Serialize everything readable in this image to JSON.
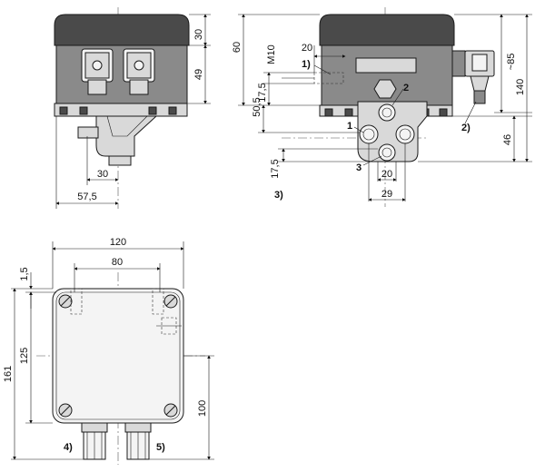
{
  "front_view": {
    "dims": {
      "top_height": "30",
      "body_height": "49",
      "conduit_offset": "30",
      "half_width": "57,5"
    }
  },
  "side_view": {
    "dims": {
      "thread": "M10",
      "offset_20": "20",
      "total_60": "60",
      "depth_17_5_top": "17,5",
      "depth_50_5": "50,5",
      "height_85": "~85",
      "height_140": "140",
      "height_46": "46",
      "depth_17_5_bottom": "17,5",
      "port_spacing_20": "20",
      "port_spacing_29": "29"
    },
    "callouts": {
      "c1": "1)",
      "c2": "2)",
      "c3": "3)",
      "port1": "1",
      "port2": "2",
      "port3": "3"
    }
  },
  "top_view": {
    "dims": {
      "width_120": "120",
      "hole_spacing_80": "80",
      "edge_1_5": "1,5",
      "height_125": "125",
      "height_161": "161",
      "height_100": "100"
    },
    "callouts": {
      "c4": "4)",
      "c5": "5)"
    }
  }
}
